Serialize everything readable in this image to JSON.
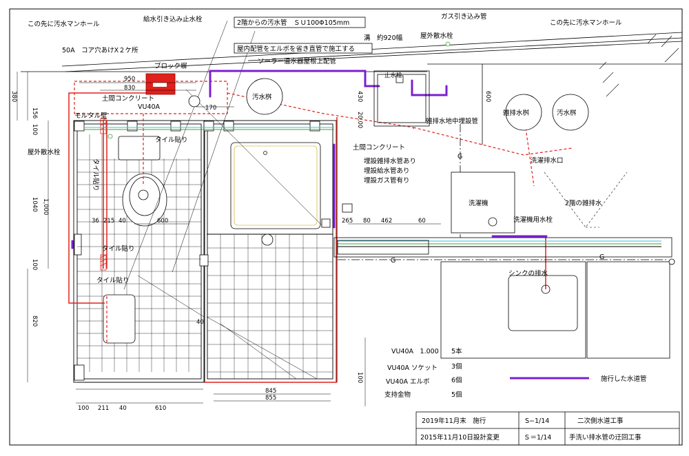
{
  "top_labels": {
    "sewer_manhole_left": "この先に汚水マンホール",
    "water_stop_valve": "給水引き込み止水栓",
    "second_floor_sewer": "2階からの汚水管　ＳＵ100Φ105mm",
    "gas_pipe": "ガス引き込み管",
    "sewer_manhole_right": "この先に汚水マンホール",
    "groove_width": "溝　約920幅",
    "outdoor_sprinkler_top": "屋外散水栓",
    "core_holes": "50A　コア穴あけX２ケ所",
    "indoor_piping_note": "屋内配管をエルボを省き直管で施工する",
    "block_wall": "ブロック塀",
    "solar_pipe": "ソーラー温水器屋根上配管",
    "stop_valve": "止水栓"
  },
  "mid_labels": {
    "dirt_concrete_left": "土間コンクリート",
    "vu40a": "VU40A",
    "sewer_basin_left": "汚水桝",
    "mortar_wall": "モルタル壁",
    "tile_upper": "タイル貼り",
    "outdoor_sprinkler_left": "屋外散水栓",
    "tile_vertical": "タイル貼り",
    "tile_mid": "タイル貼り",
    "tile_lower": "タイル貼り",
    "misc_drain_buried": "雑排水地中埋設管",
    "dirt_concrete_right": "土間コンクリート",
    "buried_drain": "埋設雑排水管あり",
    "buried_water": "埋設給水管あり",
    "buried_gas": "埋設ガス管有り",
    "misc_basin": "雑排水桝",
    "sewer_basin_right": "汚水桝",
    "washer_drain": "洗濯排水口",
    "washer": "洗濯機",
    "second_floor_misc": "2階の雑排水",
    "washer_faucet": "洗濯機用水栓",
    "sink_drain": "シンクの排水",
    "g_left": "G",
    "g_right": "G",
    "g_vertical": "G"
  },
  "dimensions": {
    "d380": "380",
    "d950": "950",
    "d830": "830",
    "d170": "170",
    "d156": "156",
    "d100a": "100",
    "d1040": "1040",
    "d1000": "1,000",
    "d100b": "100",
    "d820": "820",
    "d430": "430",
    "d200": "20,00",
    "d600": "600",
    "d36": "36",
    "d215": "215",
    "d40a": "40",
    "d600b": "600",
    "d265": "265",
    "d80": "80",
    "d462": "462",
    "d60": "60",
    "d40b": "40",
    "d845": "845",
    "d855": "855",
    "d100c": "100",
    "d211": "211",
    "d40c": "40",
    "d610": "610",
    "d100d": "100"
  },
  "materials": [
    {
      "item": "VU40A　1.000",
      "qty": "5本"
    },
    {
      "item": "VU40A ソケット",
      "qty": "3個"
    },
    {
      "item": "VU40A エルボ",
      "qty": "6個"
    },
    {
      "item": "支持金物",
      "qty": "5個"
    }
  ],
  "legend": {
    "label": "施行した水道管",
    "color": "#7a1fd1"
  },
  "title_block": {
    "row1": {
      "date": "2019年11月末　施行",
      "sheet": "S−1/14",
      "title": "二次側水道工事"
    },
    "row2": {
      "date": "2015年11月10日設計変更",
      "scale": "Ｓ＝1/14",
      "title": "手洗い排水管の迂回工事"
    }
  },
  "colors": {
    "installed_pipe": "#7a1fd1",
    "drain_line": "#e0201b",
    "cyan_line": "#38c0d8",
    "green_line": "#3aa33a"
  }
}
